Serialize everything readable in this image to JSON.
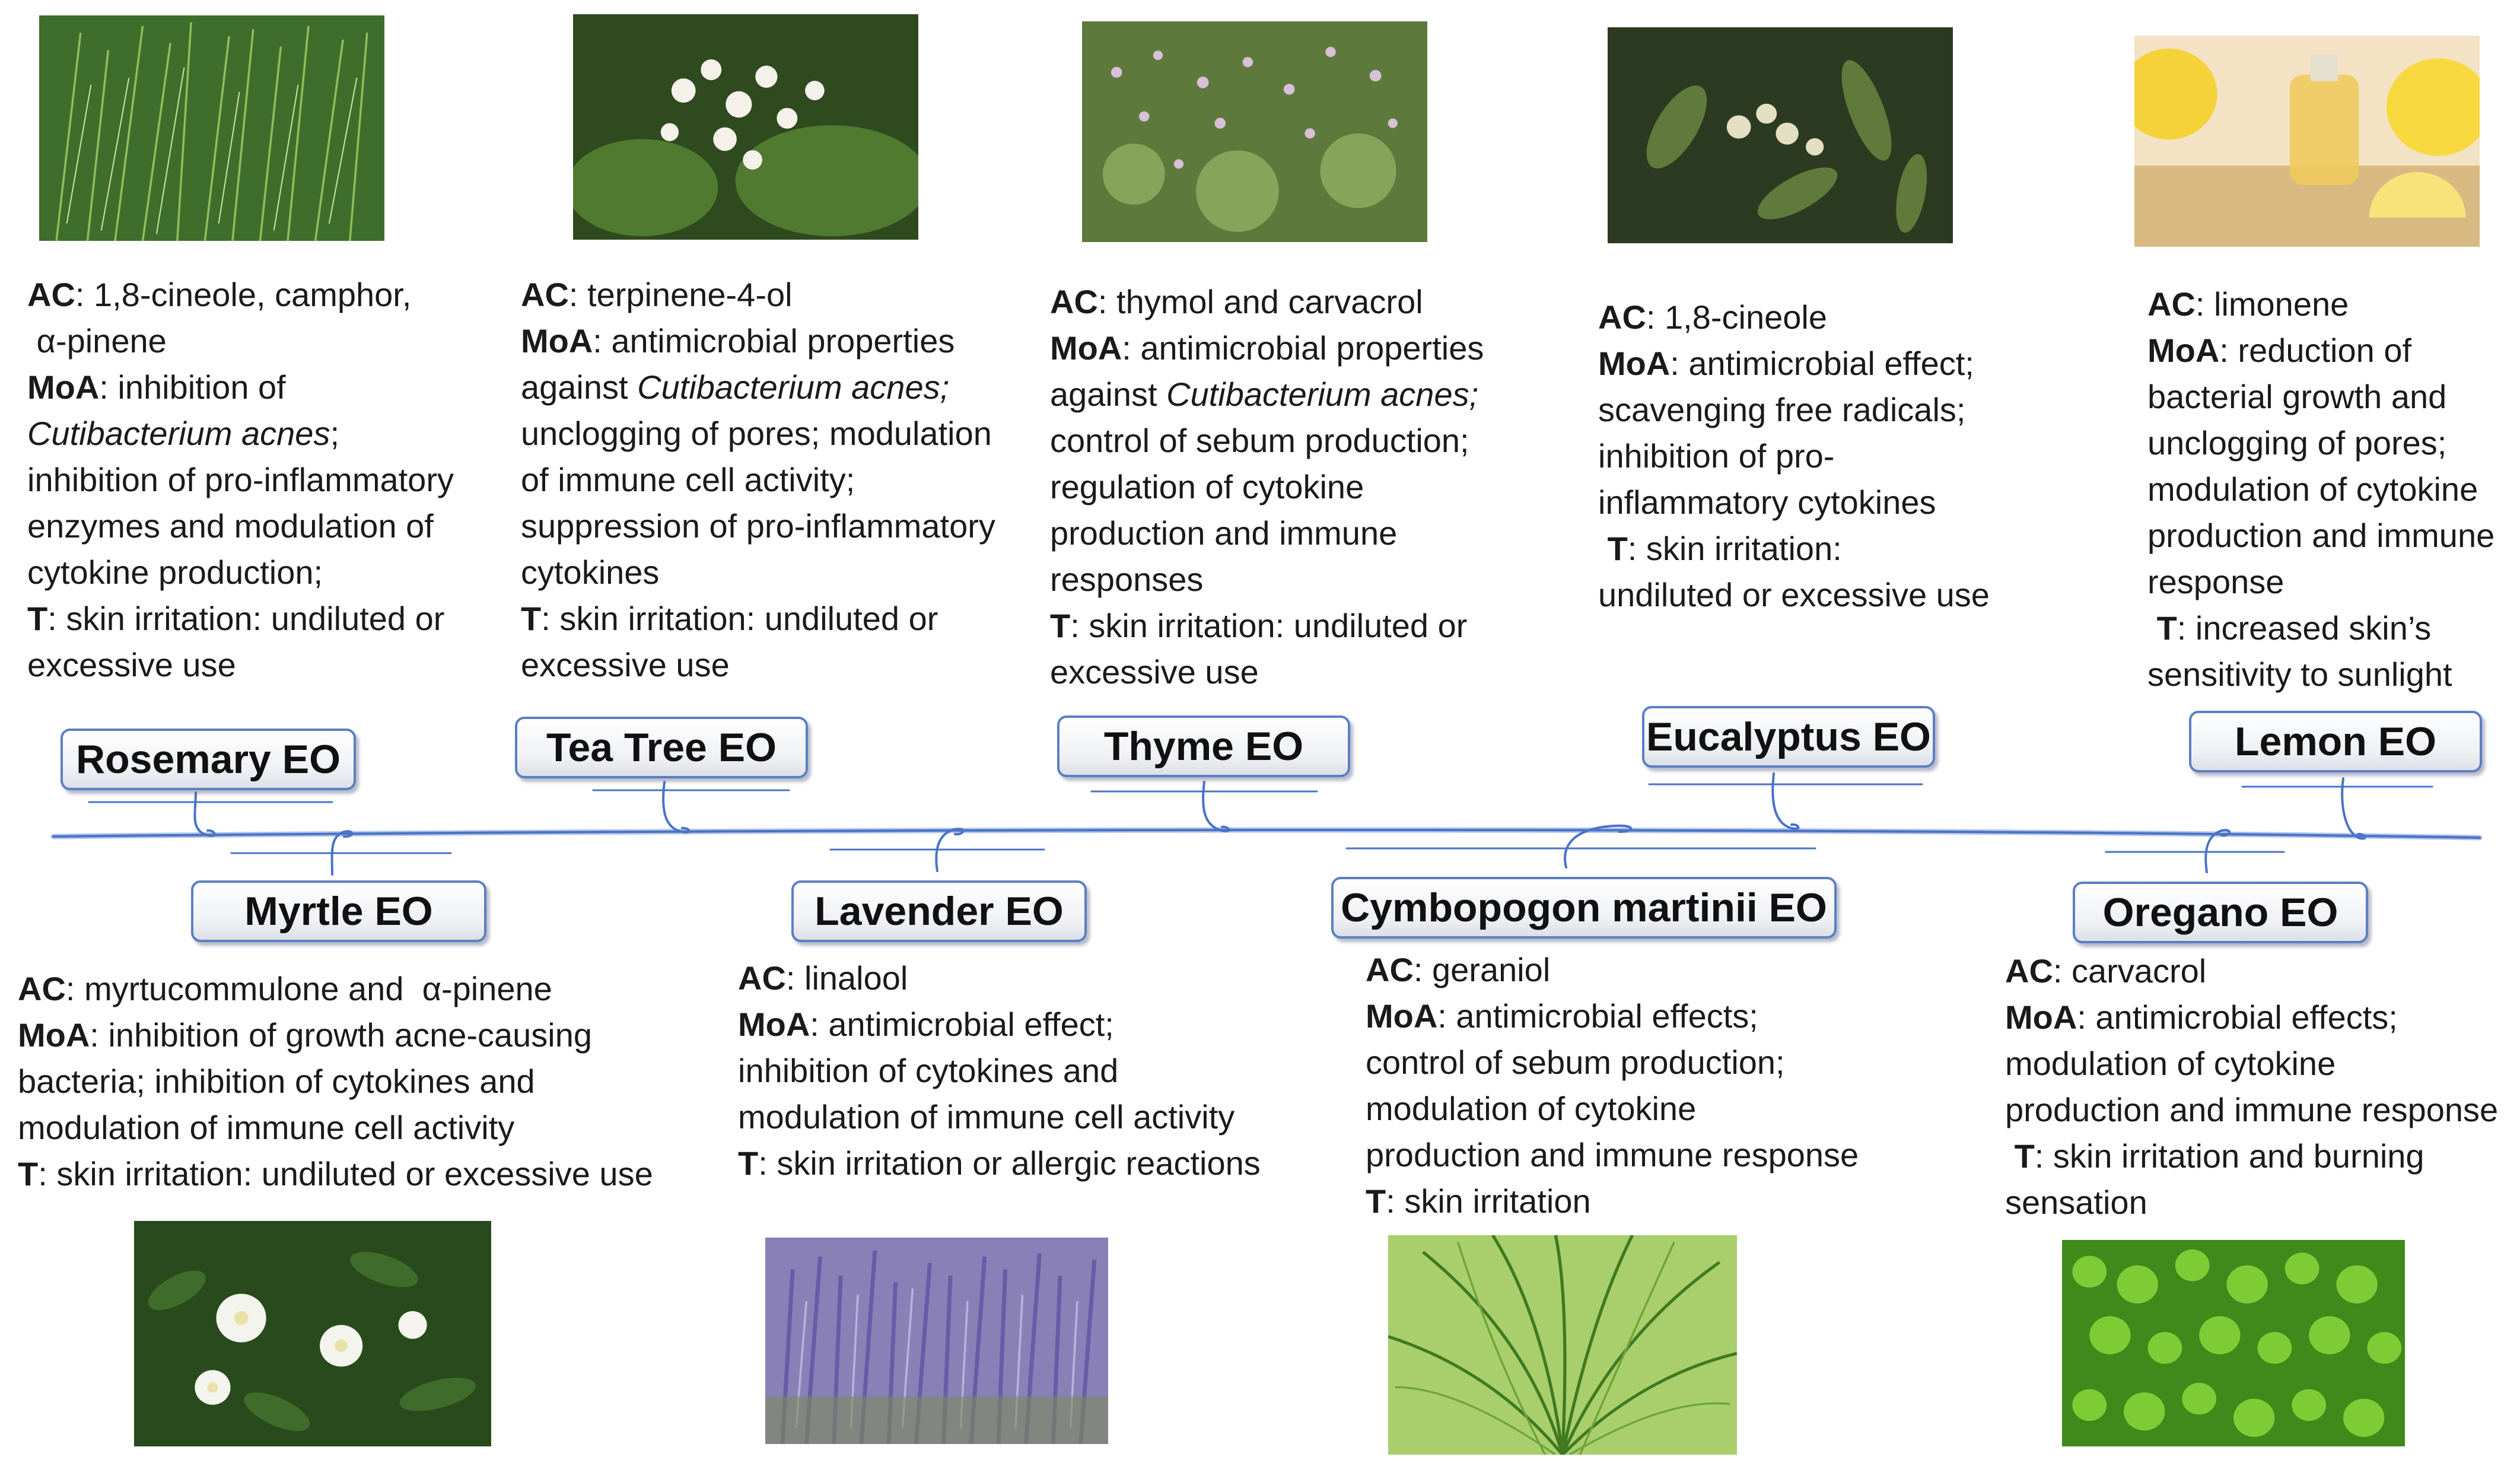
{
  "oils": [
    {
      "name": "Rosemary EO",
      "lines": [
        [
          "AC",
          ": 1,8-cineole, camphor,"
        ],
        [
          "",
          " α-pinene"
        ],
        [
          "MoA",
          ": inhibition of"
        ],
        [
          "",
          "",
          "Cutibacterium acnes",
          ";"
        ],
        [
          "",
          "inhibition of pro-inflammatory"
        ],
        [
          "",
          "enzymes and modulation of"
        ],
        [
          "",
          "cytokine production;"
        ],
        [
          "T",
          ": skin irritation: undiluted or"
        ],
        [
          "",
          "excessive use"
        ]
      ]
    },
    {
      "name": "Tea Tree EO",
      "lines": [
        [
          "AC",
          ": terpinene-4-ol"
        ],
        [
          "MoA",
          ": antimicrobial properties"
        ],
        [
          "",
          "against ",
          "Cutibacterium acnes;",
          ""
        ],
        [
          "",
          "unclogging of pores; modulation"
        ],
        [
          "",
          "of immune cell activity;"
        ],
        [
          "",
          "suppression of pro-inflammatory"
        ],
        [
          "",
          "cytokines"
        ],
        [
          "T",
          ": skin irritation: undiluted or"
        ],
        [
          "",
          "excessive use"
        ]
      ]
    },
    {
      "name": "Thyme EO",
      "lines": [
        [
          "AC",
          ": thymol and carvacrol"
        ],
        [
          "MoA",
          ": antimicrobial properties"
        ],
        [
          "",
          "against ",
          "Cutibacterium acnes;",
          ""
        ],
        [
          "",
          "control of sebum production;"
        ],
        [
          "",
          "regulation of cytokine"
        ],
        [
          "",
          "production and immune"
        ],
        [
          "",
          "responses"
        ],
        [
          "T",
          ": skin irritation: undiluted or"
        ],
        [
          "",
          "excessive use"
        ]
      ]
    },
    {
      "name": "Eucalyptus EO",
      "lines": [
        [
          "AC",
          ": 1,8-cineole"
        ],
        [
          "MoA",
          ": antimicrobial effect;"
        ],
        [
          "",
          "scavenging free radicals;"
        ],
        [
          "",
          "inhibition of pro-"
        ],
        [
          "",
          "inflammatory cytokines"
        ],
        [
          "T",
          ": skin irritation:",
          "",
          "",
          " "
        ],
        [
          "",
          "undiluted or excessive use"
        ]
      ]
    },
    {
      "name": "Lemon EO",
      "lines": [
        [
          "AC",
          ": limonene"
        ],
        [
          "MoA",
          ": reduction of"
        ],
        [
          "",
          "bacterial growth and"
        ],
        [
          "",
          "unclogging of pores;"
        ],
        [
          "",
          "modulation of cytokine"
        ],
        [
          "",
          "production and immune"
        ],
        [
          "",
          "response"
        ],
        [
          "T",
          ": increased skin’s",
          "",
          "",
          " "
        ],
        [
          "",
          "sensitivity to sunlight"
        ]
      ]
    },
    {
      "name": "Myrtle EO",
      "lines": [
        [
          "AC",
          ": myrtucommulone and  α-pinene"
        ],
        [
          "MoA",
          ": inhibition of growth acne-causing"
        ],
        [
          "",
          "bacteria; inhibition of cytokines and"
        ],
        [
          "",
          "modulation of immune cell activity"
        ],
        [
          "T",
          ": skin irritation: undiluted or excessive use"
        ]
      ]
    },
    {
      "name": "Lavender EO",
      "lines": [
        [
          "AC",
          ": linalool"
        ],
        [
          "MoA",
          ": antimicrobial effect;"
        ],
        [
          "",
          "inhibition of cytokines and"
        ],
        [
          "",
          "modulation of immune cell activity"
        ],
        [
          "T",
          ": skin irritation or allergic reactions"
        ]
      ]
    },
    {
      "name": "Cymbopogon martinii EO",
      "lines": [
        [
          "AC",
          ": geraniol"
        ],
        [
          "MoA",
          ": antimicrobial effects;"
        ],
        [
          "",
          "control of sebum production;"
        ],
        [
          "",
          "modulation of cytokine"
        ],
        [
          "",
          "production and immune response"
        ],
        [
          "T",
          ": skin irritation"
        ]
      ]
    },
    {
      "name": "Oregano EO",
      "lines": [
        [
          "AC",
          ": carvacrol"
        ],
        [
          "MoA",
          ": antimicrobial effects;"
        ],
        [
          "",
          "modulation of cytokine"
        ],
        [
          "",
          "production and immune response"
        ],
        [
          "T",
          ": skin irritation and burning",
          "",
          "",
          " "
        ],
        [
          "",
          "sensation"
        ]
      ]
    }
  ]
}
